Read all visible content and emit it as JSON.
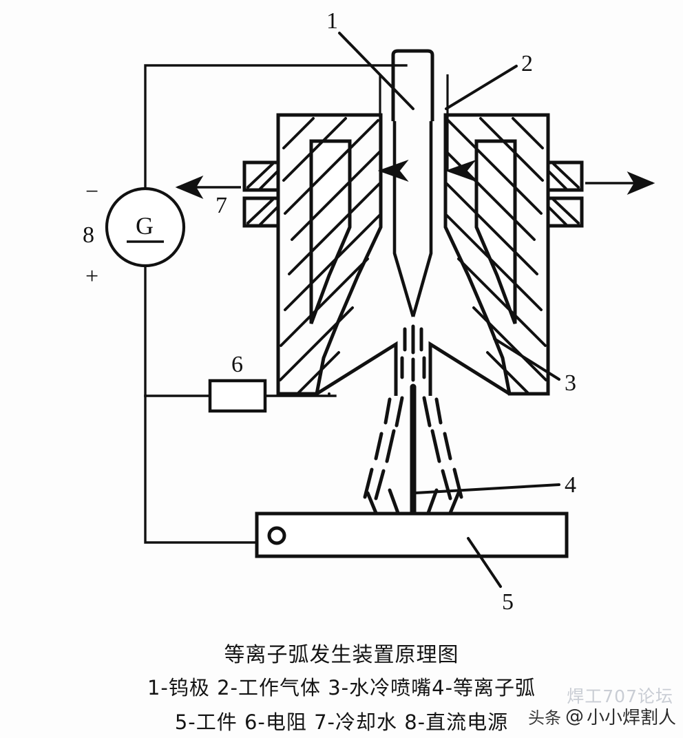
{
  "figure": {
    "title": "等离子弧发生装置原理图",
    "legend_line_1": "1-钨极  2-工作气体  3-水冷喷嘴4-等离子弧",
    "legend_line_2": "5-工件  6-电阻  7-冷却水  8-直流电源"
  },
  "callouts": {
    "n1": "1",
    "n2": "2",
    "n3": "3",
    "n4": "4",
    "n5": "5",
    "n6": "6",
    "n7": "7",
    "n8": "8"
  },
  "parts": {
    "tungsten_electrode": "1-钨极",
    "working_gas": "2-工作气体",
    "water_cooled_nozzle": "3-水冷喷嘴",
    "plasma_arc": "4-等离子弧",
    "workpiece": "5-工件",
    "resistor": "6-电阻",
    "cooling_water": "7-冷却水",
    "dc_power_supply": "8-直流电源"
  },
  "power_supply": {
    "symbol": "G",
    "negative_terminal": "−",
    "positive_terminal": "+"
  },
  "watermark": {
    "faint_text": "焊工707论坛",
    "prefix": "头条",
    "at": "@",
    "handle": "小小焊割人"
  },
  "colors": {
    "ink": "#111111",
    "background": "#fdfdfd",
    "watermark_faint": "#c9cdd4",
    "watermark_main": "#2b2b2b"
  }
}
